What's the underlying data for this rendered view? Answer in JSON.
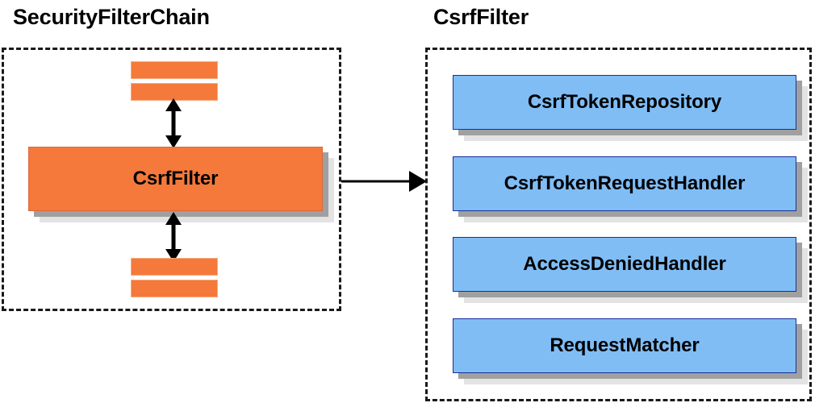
{
  "diagram": {
    "type": "component-diagram",
    "title_left": "SecurityFilterChain",
    "title_right": "CsrfFilter",
    "colors": {
      "orange_fill": "#f4793b",
      "orange_border": "#f9a97f",
      "blue_fill": "#80bdf5",
      "blue_border": "#16309c",
      "shadow_dark": "#a0a0a0",
      "shadow_light": "#e3e3e3",
      "outline_dashed": "#1a1a1a",
      "text": "#000000",
      "background": "#ffffff"
    }
  },
  "left_panel": {
    "title": "SecurityFilterChain",
    "top_bars": [
      {
        "name": "filter-bar-top-1"
      },
      {
        "name": "filter-bar-top-2"
      }
    ],
    "main_node": {
      "label": "CsrfFilter",
      "style": "orange"
    },
    "bottom_bars": [
      {
        "name": "filter-bar-bottom-1"
      },
      {
        "name": "filter-bar-bottom-2"
      }
    ],
    "arrows": [
      {
        "name": "arrow-up-down-above-csrffilter",
        "direction": "both"
      },
      {
        "name": "arrow-up-down-below-csrffilter",
        "direction": "both"
      }
    ]
  },
  "right_panel": {
    "title": "CsrfFilter",
    "collaborators": [
      {
        "label": "CsrfTokenRepository",
        "style": "blue"
      },
      {
        "label": "CsrfTokenRequestHandler",
        "style": "blue"
      },
      {
        "label": "AccessDeniedHandler",
        "style": "blue"
      },
      {
        "label": "RequestMatcher",
        "style": "blue"
      }
    ]
  },
  "connector": {
    "name": "left-to-right-arrow",
    "direction": "right",
    "from": "SecurityFilterChain",
    "to": "CsrfFilter"
  }
}
